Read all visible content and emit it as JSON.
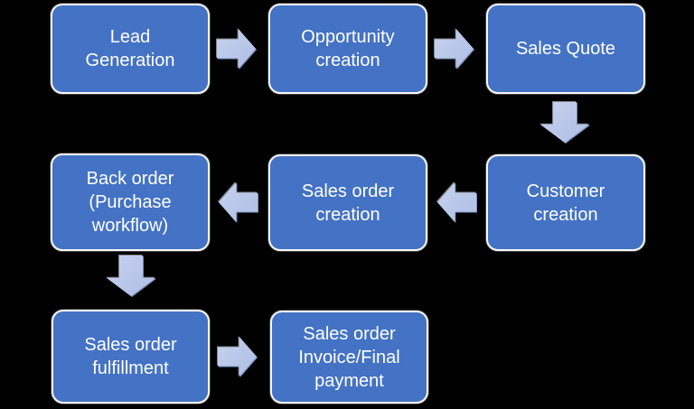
{
  "canvas": {
    "background": "#000000"
  },
  "colors": {
    "node_fill": "#4472c4",
    "node_border": "#ffffff",
    "node_text": "#ffffff",
    "arrow_fill": "#b8c7e8"
  },
  "nodes": [
    {
      "id": "lead-generation",
      "label": "Lead Generation"
    },
    {
      "id": "opportunity-creation",
      "label": "Opportunity creation"
    },
    {
      "id": "sales-quote",
      "label": "Sales Quote"
    },
    {
      "id": "customer-creation",
      "label": "Customer creation"
    },
    {
      "id": "sales-order-creation",
      "label": "Sales order creation"
    },
    {
      "id": "back-order",
      "label": "Back order (Purchase workflow)"
    },
    {
      "id": "sales-order-fulfillment",
      "label": "Sales order fulfillment"
    },
    {
      "id": "sales-order-invoice",
      "label": "Sales order Invoice/Final payment"
    }
  ],
  "flow": [
    {
      "from": "lead-generation",
      "to": "opportunity-creation",
      "direction": "right"
    },
    {
      "from": "opportunity-creation",
      "to": "sales-quote",
      "direction": "right"
    },
    {
      "from": "sales-quote",
      "to": "customer-creation",
      "direction": "down"
    },
    {
      "from": "customer-creation",
      "to": "sales-order-creation",
      "direction": "left"
    },
    {
      "from": "sales-order-creation",
      "to": "back-order",
      "direction": "left"
    },
    {
      "from": "back-order",
      "to": "sales-order-fulfillment",
      "direction": "down"
    },
    {
      "from": "sales-order-fulfillment",
      "to": "sales-order-invoice",
      "direction": "right"
    }
  ]
}
